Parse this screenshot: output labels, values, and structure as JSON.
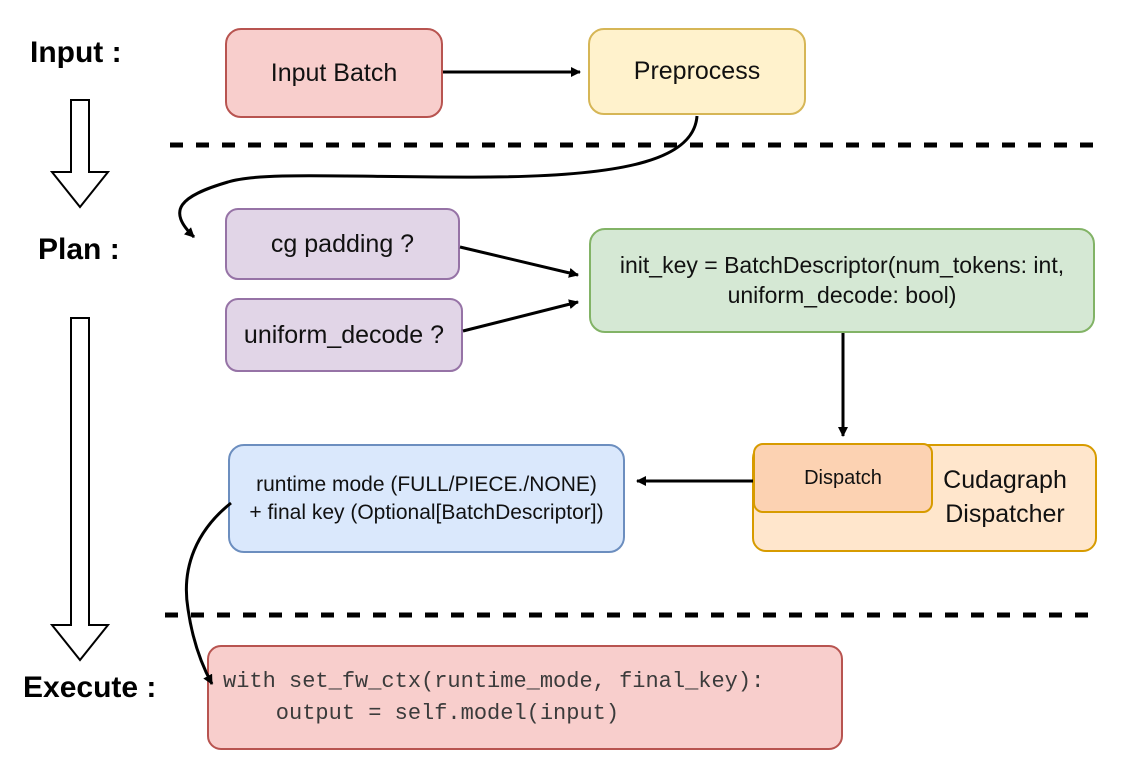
{
  "labels": {
    "input": "Input :",
    "plan": "Plan :",
    "execute": "Execute :"
  },
  "nodes": {
    "input_batch": {
      "label": "Input Batch"
    },
    "preprocess": {
      "label": "Preprocess"
    },
    "cg_padding": {
      "label": "cg padding ?"
    },
    "uniform_decode": {
      "label": "uniform_decode ?"
    },
    "init_key": {
      "line1": "init_key = BatchDescriptor(num_tokens: int,",
      "line2": "uniform_decode: bool)"
    },
    "runtime_mode": {
      "line1": "runtime mode (FULL/PIECE./NONE)",
      "line2": "+ final key (Optional[BatchDescriptor])"
    },
    "dispatch": {
      "label": "Dispatch"
    },
    "cudagraph_dispatcher": {
      "line1": "Cudagraph",
      "line2": "Dispatcher"
    },
    "execute_code": {
      "line1": "with set_fw_ctx(runtime_mode, final_key):",
      "line2": "    output = self.model(input)"
    }
  },
  "colors": {
    "red_fill": "#f8cecc",
    "red_border": "#b85450",
    "yellow_fill": "#fff2cc",
    "yellow_border": "#d6b656",
    "purple_fill": "#e1d5e7",
    "purple_border": "#9673a6",
    "green_fill": "#d5e8d4",
    "green_border": "#82b366",
    "blue_fill": "#dae8fc",
    "blue_border": "#6c8ebf",
    "orange_fill": "#ffe6cc",
    "orange_border": "#d79b00",
    "dispatch_fill": "#fcd2b2",
    "line": "#000000"
  }
}
